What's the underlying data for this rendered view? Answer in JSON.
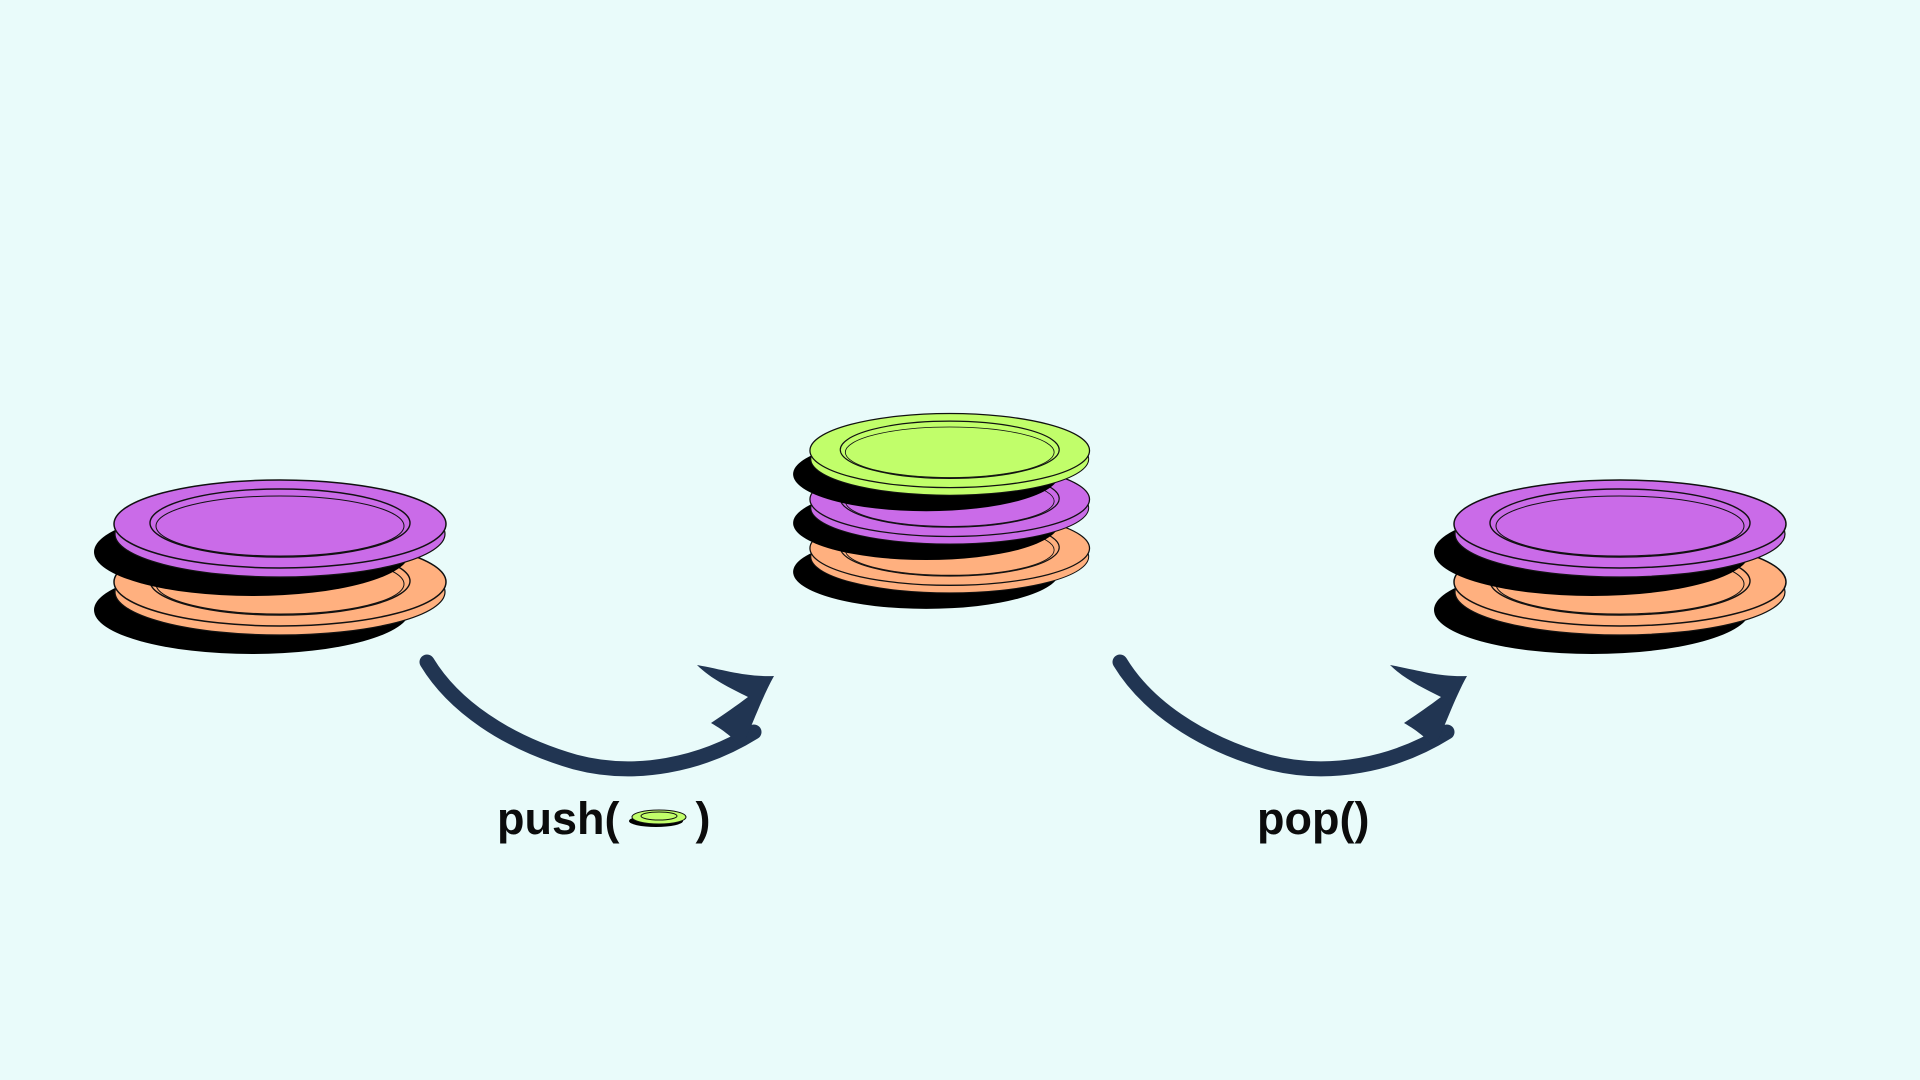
{
  "stacks": {
    "before": [
      "orange",
      "purple"
    ],
    "middle": [
      "orange",
      "purple",
      "green"
    ],
    "after": [
      "orange",
      "purple"
    ]
  },
  "operations": {
    "push": {
      "prefix": "push(",
      "suffix": ")",
      "plate_icon": "green-plate-icon"
    },
    "pop": {
      "label": "pop()"
    }
  },
  "colors": {
    "background": "#e9fbfa",
    "orange": "#ffb07f",
    "purple": "#ca6be8",
    "green": "#c1fe6a",
    "arrow": "#213552",
    "shadow": "#000000",
    "outline": "#111111"
  }
}
